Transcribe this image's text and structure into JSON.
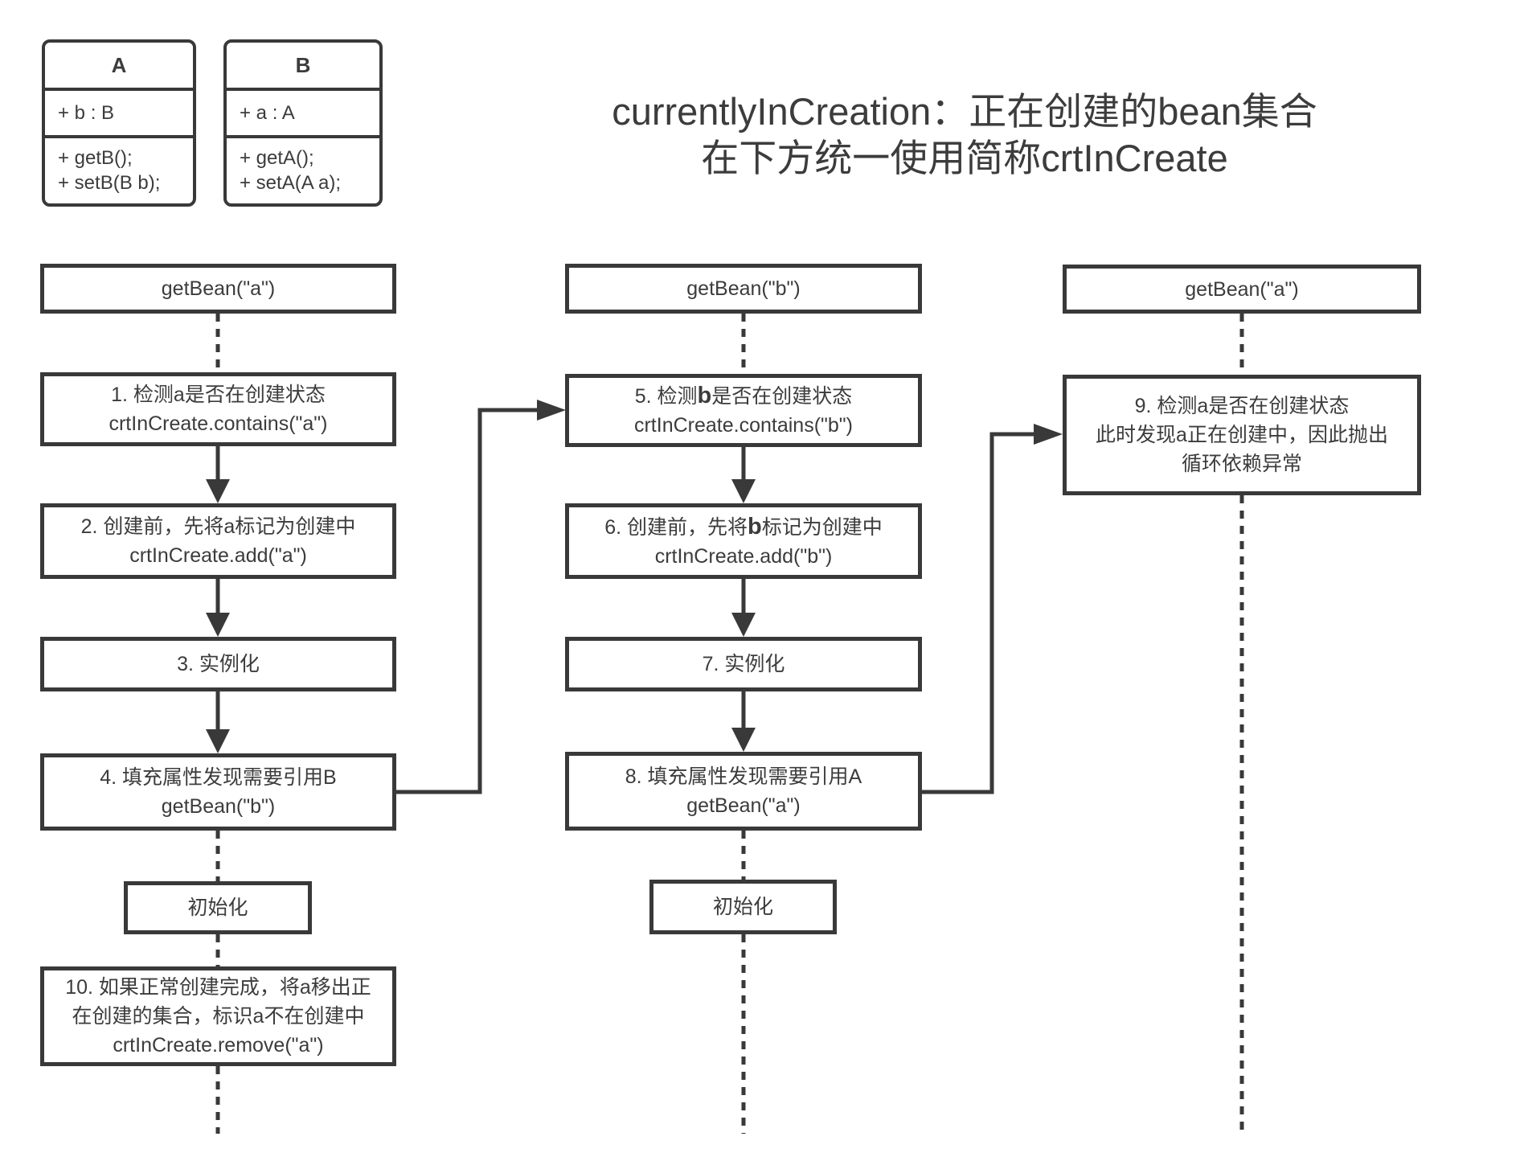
{
  "page": {
    "background": "#ffffff"
  },
  "colors": {
    "line": "#393939",
    "text": "#3c3c3c"
  },
  "title": {
    "line1": "currentlyInCreation：正在创建的bean集合",
    "line2": "在下方统一使用简称crtInCreate"
  },
  "classes": [
    {
      "name": "A",
      "attributes": [
        "+ b : B"
      ],
      "methods": [
        "+ getB();",
        "+ setB(B b);"
      ]
    },
    {
      "name": "B",
      "attributes": [
        "+ a : A"
      ],
      "methods": [
        "+ getA();",
        "+ setA(A a);"
      ]
    }
  ],
  "flow": {
    "columns": [
      {
        "header": "getBean(\"a\")",
        "steps": [
          {
            "id": "step-1",
            "lines": [
              [
                {
                  "t": "1. 检测a是否在创建状态"
                }
              ],
              [
                {
                  "t": "crtInCreate.contains(\"a\")"
                }
              ]
            ]
          },
          {
            "id": "step-2",
            "lines": [
              [
                {
                  "t": "2. 创建前，先将a标记为创建中"
                }
              ],
              [
                {
                  "t": "crtInCreate.add(\"a\")"
                }
              ]
            ]
          },
          {
            "id": "step-3",
            "lines": [
              [
                {
                  "t": "3. 实例化"
                }
              ]
            ]
          },
          {
            "id": "step-4",
            "lines": [
              [
                {
                  "t": "4. 填充属性发现需要引用B"
                }
              ],
              [
                {
                  "t": "getBean(\"b\")"
                }
              ]
            ]
          }
        ],
        "init_label": "初始化",
        "final_step": {
          "id": "step-10",
          "lines": [
            [
              {
                "t": "10. 如果正常创建完成，将a移出正"
              }
            ],
            [
              {
                "t": "在创建的集合，标识a不在创建中"
              }
            ],
            [
              {
                "t": "crtInCreate.remove(\"a\")"
              }
            ]
          ]
        }
      },
      {
        "header": "getBean(\"b\")",
        "steps": [
          {
            "id": "step-5",
            "lines": [
              [
                {
                  "t": "5. 检测"
                },
                {
                  "t": "b",
                  "bold": true
                },
                {
                  "t": "是否在创建状态"
                }
              ],
              [
                {
                  "t": "crtInCreate.contains(\"b\")"
                }
              ]
            ]
          },
          {
            "id": "step-6",
            "lines": [
              [
                {
                  "t": "6. 创建前，先将"
                },
                {
                  "t": "b",
                  "bold": true
                },
                {
                  "t": "标记为创建中"
                }
              ],
              [
                {
                  "t": "crtInCreate.add(\"b\")"
                }
              ]
            ]
          },
          {
            "id": "step-7",
            "lines": [
              [
                {
                  "t": "7. 实例化"
                }
              ]
            ]
          },
          {
            "id": "step-8",
            "lines": [
              [
                {
                  "t": "8. 填充属性发现需要引用A"
                }
              ],
              [
                {
                  "t": "getBean(\"a\")"
                }
              ]
            ]
          }
        ],
        "init_label": "初始化"
      },
      {
        "header": "getBean(\"a\")",
        "steps": [
          {
            "id": "step-9",
            "lines": [
              [
                {
                  "t": "9. 检测a是否在创建状态"
                }
              ],
              [
                {
                  "t": "此时发现a正在创建中，因此抛出"
                }
              ],
              [
                {
                  "t": "循环依赖异常"
                }
              ]
            ]
          }
        ]
      }
    ]
  }
}
